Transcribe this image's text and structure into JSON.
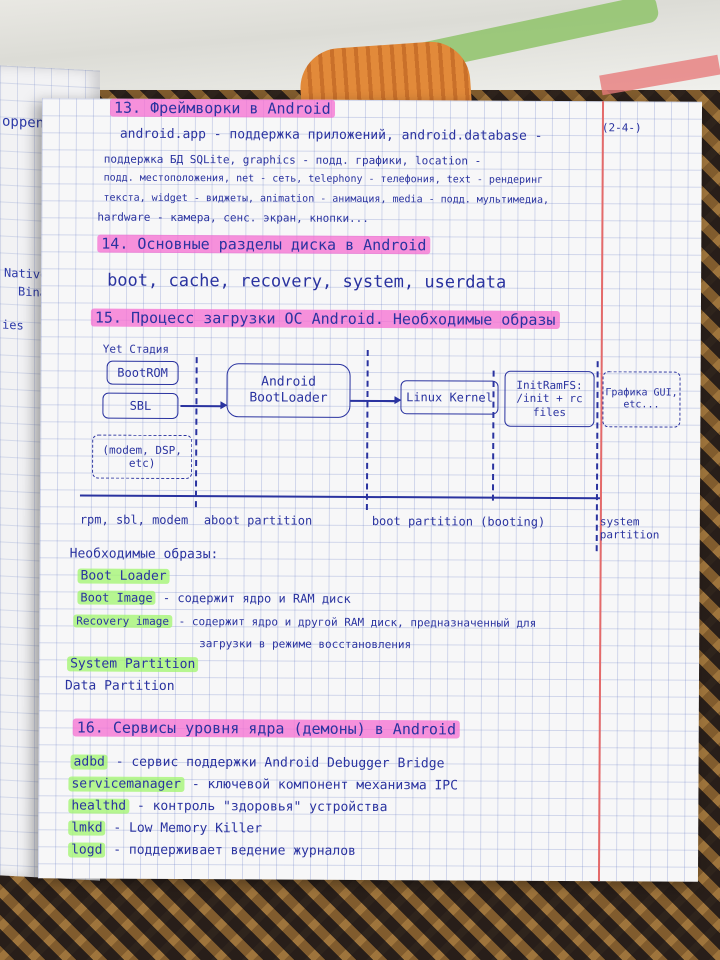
{
  "left_page": {
    "frag1": "oppen,",
    "frag2": "Native",
    "frag3": "Binaries",
    "frag4": "ies"
  },
  "page_number": "(2-4-)",
  "section13": {
    "title": "13. Фреймворки в Android",
    "line1": "android.app - поддержка приложений, android.database -",
    "line2": "поддержка БД SQLite, graphics - подд. графики, location -",
    "line3": "подд. местоположения, net - сеть, telephony - телефония, text - рендеринг",
    "line4": "текста, widget - виджеты, animation - анимация, media - подд. мультимедиа,",
    "line5": "hardware - камера, сенс. экран, кнопки..."
  },
  "section14": {
    "title": "14. Основные разделы диска в Android",
    "body": "boot, cache, recovery, system, userdata"
  },
  "section15": {
    "title": "15. Процесс загрузки ОС Android. Необходимые образы",
    "diagram": {
      "first_stage": "Yet Стадия",
      "bootrom": "BootROM",
      "sbl": "SBL",
      "modem": "(modem, DSP, etc)",
      "android_bootloader": "Android BootLoader",
      "linux_kernel": "Linux Kernel",
      "initramfs": "InitRamFS: /init + rc files",
      "graphics": "Графика GUI, etc...",
      "label_rpm": "rpm, sbl, modem",
      "label_aboot": "aboot partition",
      "label_boot": "boot partition (booting)",
      "label_system": "system partition"
    },
    "images_heading": "Необходимые образы:",
    "images": [
      {
        "name": "Boot Loader",
        "desc": ""
      },
      {
        "name": "Boot Image",
        "desc": "- содержит ядро и RAM диск"
      },
      {
        "name": "Recovery image",
        "desc": "- содержит ядро и другой RAM диск, предназначенный для"
      },
      {
        "name": "",
        "desc": "загрузки в режиме восстановления"
      },
      {
        "name": "System Partition",
        "desc": ""
      },
      {
        "name": "Data Partition",
        "desc": ""
      }
    ]
  },
  "section16": {
    "title": "16. Сервисы уровня ядра (демоны) в Android",
    "items": [
      {
        "name": "adbd",
        "desc": "- сервис поддержки Android Debugger Bridge"
      },
      {
        "name": "servicemanager",
        "desc": "- ключевой компонент механизма IPC"
      },
      {
        "name": "healthd",
        "desc": "- контроль \"здоровья\" устройства"
      },
      {
        "name": "lmkd",
        "desc": "- Low Memory Killer"
      },
      {
        "name": "logd",
        "desc": "- поддерживает ведение журналов"
      }
    ]
  }
}
